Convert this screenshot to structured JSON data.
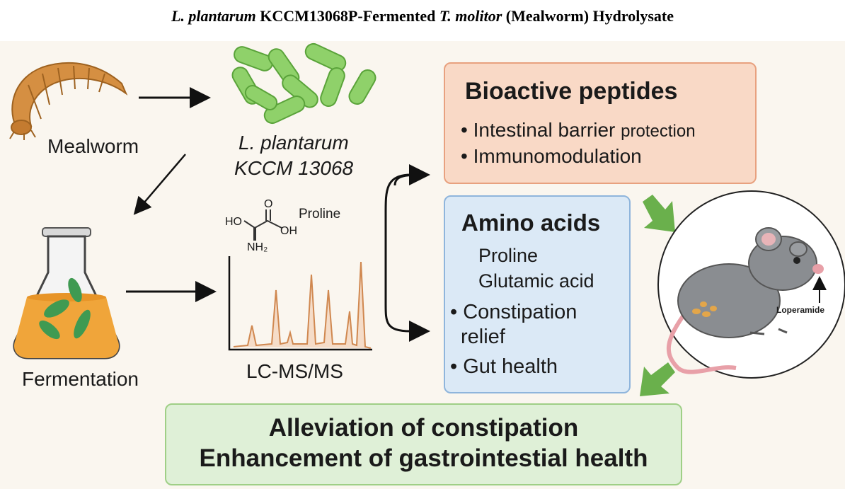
{
  "title": {
    "organism": "L. plantarum",
    "strain": " KCCM13068P-Fermented ",
    "substrate": "T. molitor",
    "rest": " (Mealworm) Hydrolysate"
  },
  "mealworm_label": "Mealworm",
  "bacteria": {
    "line1": "L. plantarum",
    "line2": "KCCM 13068"
  },
  "fermentation_label": "Fermentation",
  "molecule": {
    "name": "Proline",
    "ho": "HO",
    "oh": "OH",
    "o": "O",
    "nh2": "NH₂"
  },
  "lcms_label": "LC-MS/MS",
  "peptides": {
    "heading": "Bioactive peptides",
    "bullets": [
      "Intestinal barrier",
      "protection",
      "Immunomodulation"
    ]
  },
  "amino_acids": {
    "heading": "Amino acids",
    "items": [
      "Proline",
      "Glutamic acid"
    ],
    "bullets": [
      "Constipation",
      "relief",
      "Gut health"
    ]
  },
  "mouse_label": "Loperamide",
  "result": {
    "line1": "Alleviation of constipation",
    "line2": "Enhancement of gastrointestial health"
  },
  "colors": {
    "peptide_fill": "#f9d9c6",
    "amino_fill": "#dbe9f6",
    "result_fill": "#dff0d7",
    "green_arrow": "#6ab04c",
    "bacteria": "#8fd16a",
    "broth": "#f0a53a"
  }
}
